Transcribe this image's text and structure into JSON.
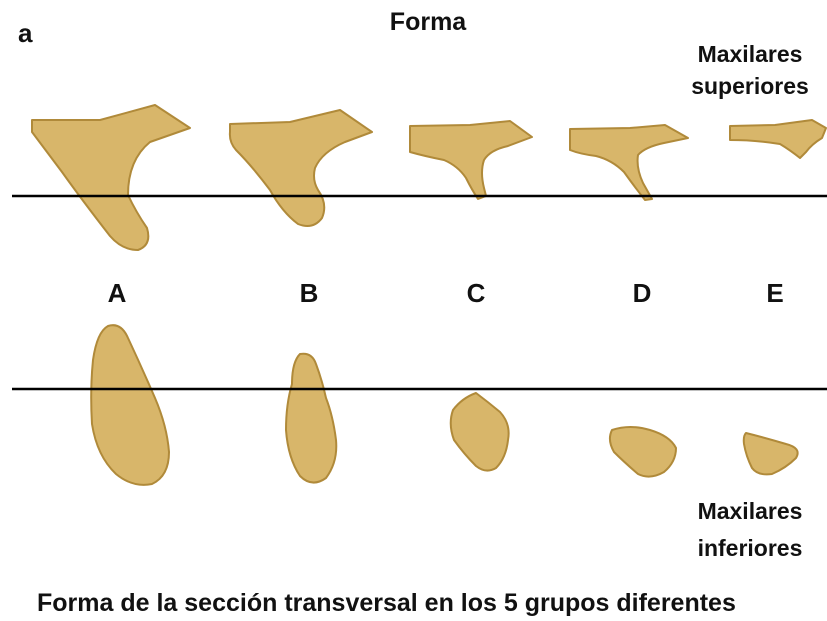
{
  "panel_label": "a",
  "title": "Forma",
  "upper_label": {
    "line1": "Maxilares",
    "line2": "superiores"
  },
  "lower_label": {
    "line1": "Maxilares",
    "line2": "inferiores"
  },
  "groups": [
    "A",
    "B",
    "C",
    "D",
    "E"
  ],
  "caption": "Forma de la sección transversal en los 5 grupos diferentes",
  "colors": {
    "bone_fill": "#d8b66a",
    "bone_edge": "#b08a3a",
    "line": "#000000"
  }
}
